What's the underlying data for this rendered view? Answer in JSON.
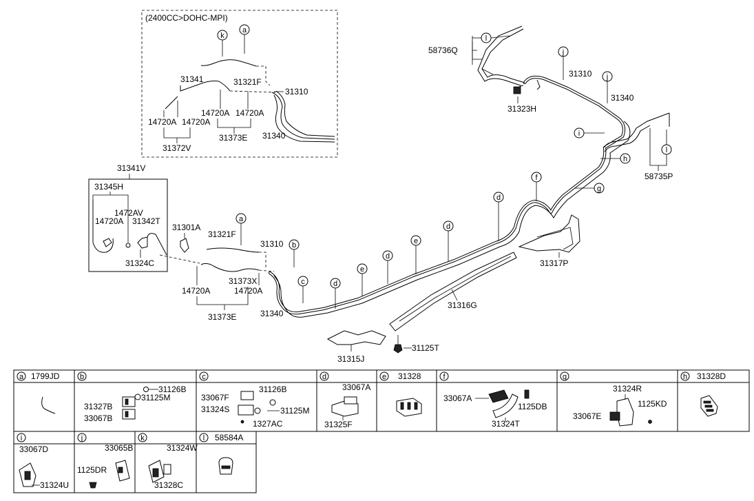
{
  "variant_label": "(2400CC>DOHC-MPI)",
  "labels": {
    "p31341": "31341",
    "p31321F_top": "31321F",
    "p31310_top": "31310",
    "p14720A_t1": "14720A",
    "p14720A_t2": "14720A",
    "p14720A_t3": "14720A",
    "p14720A_t4": "14720A",
    "p31372V": "31372V",
    "p31373E_top": "31373E",
    "p31340_top": "31340",
    "p31341V": "31341V",
    "p31345H": "31345H",
    "p1472AV": "1472AV",
    "p14720A_b1": "14720A",
    "p31342T": "31342T",
    "p31324C": "31324C",
    "p31301A": "31301A",
    "p31321F_mid": "31321F",
    "p31310_mid": "31310",
    "p31373X": "31373X",
    "p14720A_m1": "14720A",
    "p14720A_m2": "14720A",
    "p31373E_mid": "31373E",
    "p31340_mid": "31340",
    "p58736Q": "58736Q",
    "p31310_right": "31310",
    "p31340_right": "31340",
    "p31323H": "31323H",
    "p58735P": "58735P",
    "p31317P": "31317P",
    "p31316G": "31316G",
    "p31315J": "31315J",
    "p31125T": "31125T"
  },
  "callouts": {
    "a": "a",
    "b": "b",
    "c": "c",
    "d": "d",
    "e": "e",
    "f": "f",
    "g": "g",
    "h": "h",
    "i": "i",
    "j": "j",
    "k": "k",
    "l": "l"
  },
  "legend": {
    "a": {
      "letter": "a",
      "title": "1799JD",
      "parts": []
    },
    "b": {
      "letter": "b",
      "title": "",
      "parts": [
        "31126B",
        "31125M",
        "31327B",
        "33067B"
      ]
    },
    "c": {
      "letter": "c",
      "title": "",
      "parts": [
        "31126B",
        "33067F",
        "31324S",
        "31125M",
        "1327AC"
      ]
    },
    "d": {
      "letter": "d",
      "title": "",
      "parts": [
        "33067A",
        "31325F"
      ]
    },
    "e": {
      "letter": "e",
      "title": "31328",
      "parts": []
    },
    "f": {
      "letter": "f",
      "title": "",
      "parts": [
        "33067A",
        "1125DB",
        "31324T"
      ]
    },
    "g": {
      "letter": "g",
      "title": "",
      "parts": [
        "31324R",
        "1125KD",
        "33067E"
      ]
    },
    "h": {
      "letter": "h",
      "title": "31328D",
      "parts": []
    },
    "i": {
      "letter": "i",
      "title": "",
      "parts": [
        "33067D",
        "31324U"
      ]
    },
    "j": {
      "letter": "j",
      "title": "",
      "parts": [
        "33065B",
        "1125DR"
      ]
    },
    "k": {
      "letter": "k",
      "title": "",
      "parts": [
        "31324W",
        "31328C"
      ]
    },
    "l": {
      "letter": "l",
      "title": "58584A",
      "parts": []
    }
  }
}
